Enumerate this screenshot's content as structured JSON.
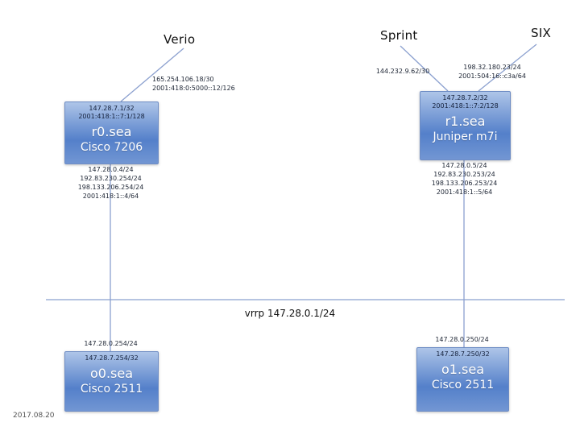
{
  "slide": {
    "date": "2017.08.20",
    "vrrp_label": "vrrp 147.28.0.1/24"
  },
  "colors": {
    "box_gradient_top": "#aec5e8",
    "box_gradient_bottom": "#5480ca",
    "box_border": "#6d8cc4",
    "connection_line": "#8ba0cf",
    "box_text": "#ffffff",
    "small_text": "#1c2433"
  },
  "upstreams": {
    "verio": {
      "label": "Verio",
      "addresses": [
        "165.254.106.18/30",
        "2001:418:0:5000::12/126"
      ]
    },
    "sprint": {
      "label": "Sprint",
      "addresses": [
        "144.232.9.62/30"
      ]
    },
    "six": {
      "label": "SIX",
      "addresses": [
        "198.32.180.23/24",
        "2001:504:16::c3a/64"
      ]
    }
  },
  "routers": {
    "r0": {
      "name": "r0.sea",
      "model": "Cisco 7206",
      "loopbacks": [
        "147.28.7.1/32",
        "2001:418:1::7:1/128"
      ],
      "lan_addresses": [
        "147.28.0.4/24",
        "192.83.230.254/24",
        "198.133.206.254/24",
        "2001:418:1::4/64"
      ]
    },
    "r1": {
      "name": "r1.sea",
      "model": "Juniper m7i",
      "loopbacks": [
        "147.28.7.2/32",
        "2001:418:1::7:2/128"
      ],
      "lan_addresses": [
        "147.28.0.5/24",
        "192.83.230.253/24",
        "198.133.206.253/24",
        "2001:418:1::5/64"
      ]
    }
  },
  "console_servers": {
    "o0": {
      "name": "o0.sea",
      "model": "Cisco 2511",
      "lan_address": "147.28.0.254/24",
      "loopback": "147.28.7.254/32"
    },
    "o1": {
      "name": "o1.sea",
      "model": "Cisco 2511",
      "lan_address": "147.28.0.250/24",
      "loopback": "147.28.7.250/32"
    }
  }
}
